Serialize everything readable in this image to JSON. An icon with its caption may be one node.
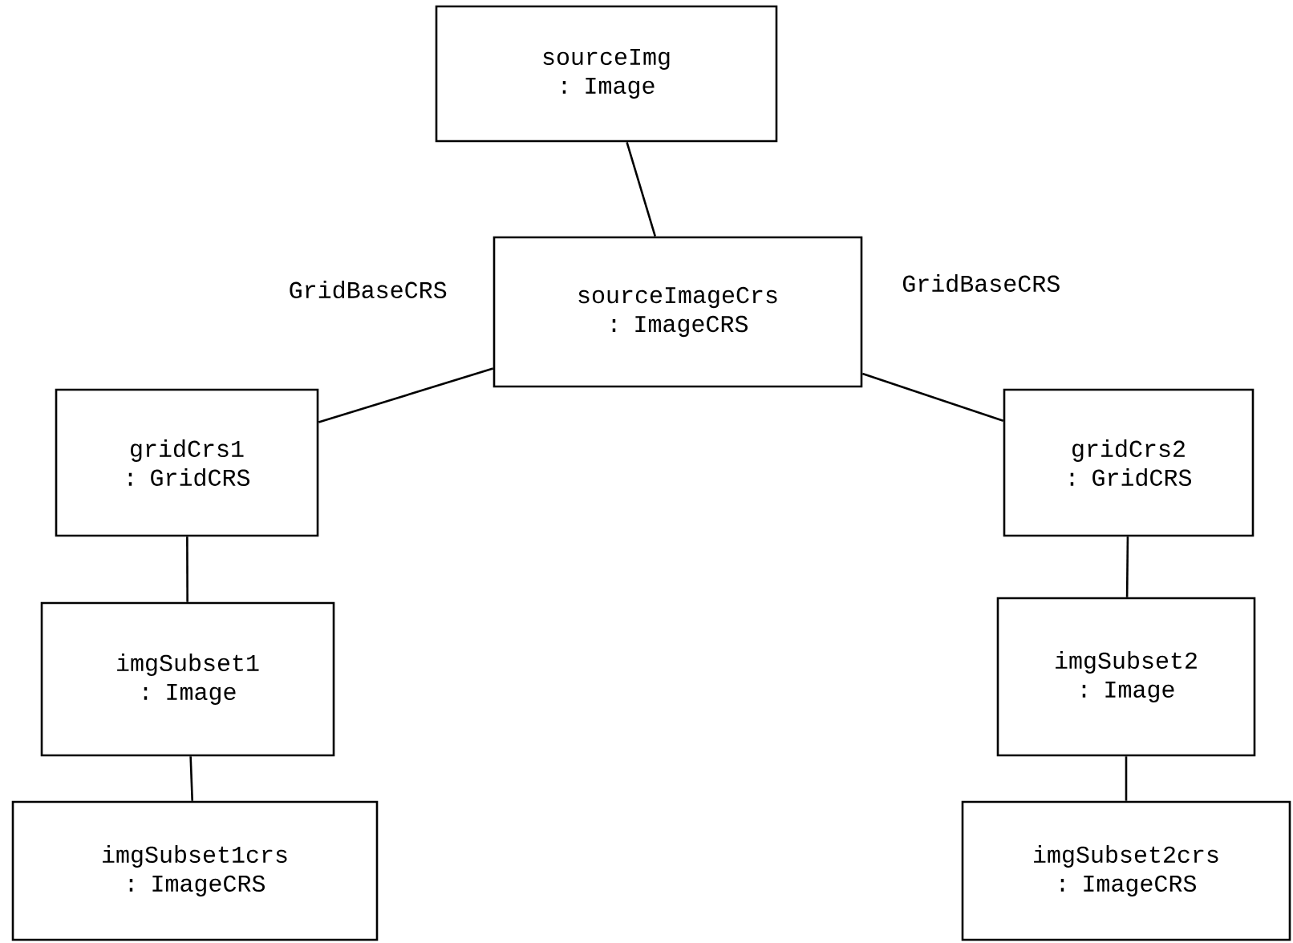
{
  "diagram": {
    "nodes": [
      {
        "text": [
          "sourceImg : Image"
        ]
      },
      {
        "text": [
          "sourceImageCrs : ImageCRS"
        ]
      },
      {
        "text": [
          "gridCrs1 : GridCRS"
        ]
      },
      {
        "text": [
          "gridCrs2 : GridCRS"
        ]
      },
      {
        "text": [
          "imgSubset1 : Image"
        ]
      },
      {
        "text": [
          "imgSubset2 : Image"
        ]
      },
      {
        "text": [
          "imgSubset1crs : ImageCRS"
        ]
      },
      {
        "text": [
          "imgSubset2crs : ImageCRS"
        ]
      }
    ],
    "edges": [
      {
        "from": 0,
        "to": 1,
        "arrow": "none"
      },
      {
        "from": 1,
        "to": 2,
        "arrow": "none",
        "label": "GridBaseCRS"
      },
      {
        "from": 1,
        "to": 3,
        "arrow": "none",
        "label": "GridBaseCRS"
      },
      {
        "from": 2,
        "to": 4,
        "arrow": "none"
      },
      {
        "from": 4,
        "to": 6,
        "arrow": "none"
      },
      {
        "from": 3,
        "to": 5,
        "arrow": "none"
      },
      {
        "from": 5,
        "to": 7,
        "arrow": "none"
      }
    ]
  }
}
